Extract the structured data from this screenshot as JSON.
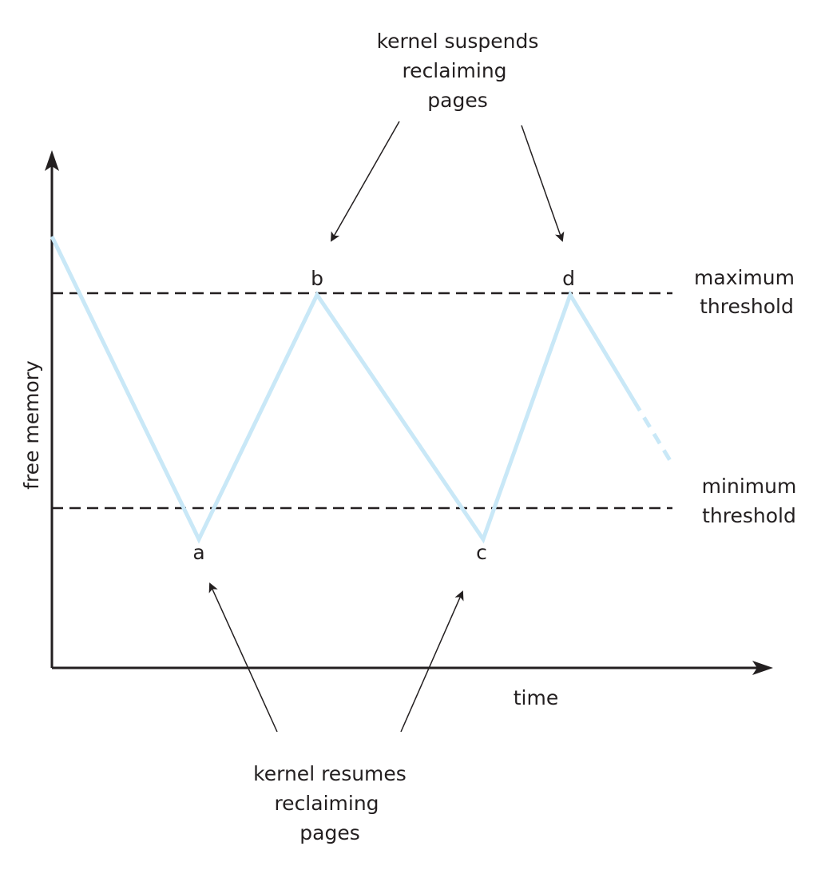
{
  "axes": {
    "x_label": "time",
    "y_label": "free memory"
  },
  "thresholds": {
    "maximum": {
      "line1": "maximum",
      "line2": "threshold"
    },
    "minimum": {
      "line1": "minimum",
      "line2": "threshold"
    }
  },
  "points": {
    "a": "a",
    "b": "b",
    "c": "c",
    "d": "d"
  },
  "callouts": {
    "suspends": {
      "line1": "kernel suspends",
      "line2": "reclaiming",
      "line3": "pages"
    },
    "resumes": {
      "line1": "kernel resumes",
      "line2": "reclaiming",
      "line3": "pages"
    }
  },
  "colors": {
    "curve": "#c9e8f7",
    "ink": "#231f20"
  }
}
